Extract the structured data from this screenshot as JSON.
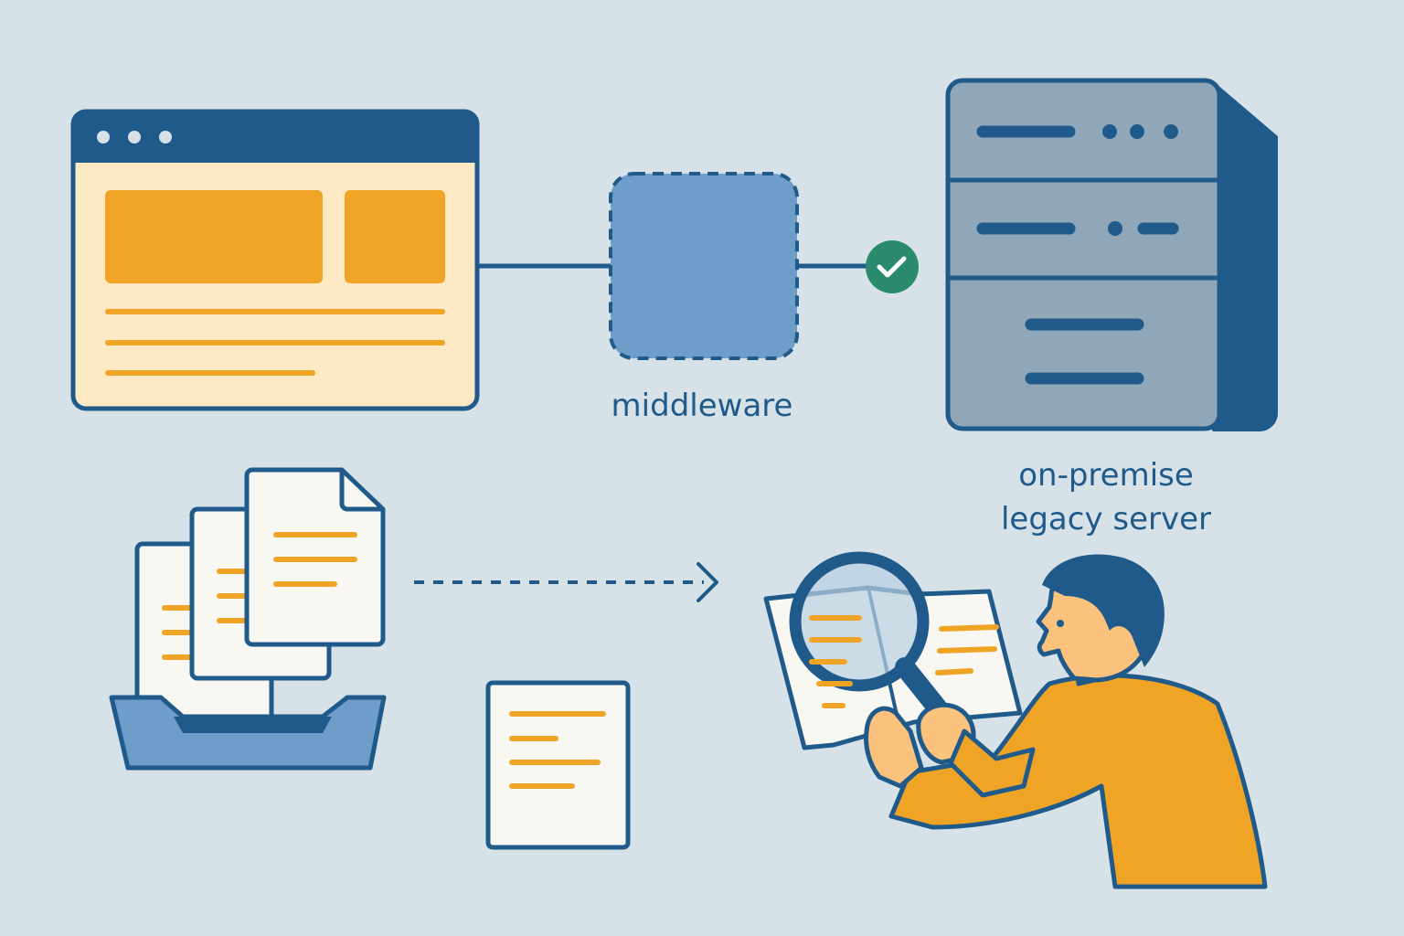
{
  "labels": {
    "middleware": "middleware",
    "server_line1": "on-premise",
    "server_line2": "legacy server"
  },
  "colors": {
    "background": "#d6e2e8",
    "navy": "#1f5a8a",
    "orange": "#f0a426",
    "cream": "#fde9c4",
    "middleware_fill": "#6d9dc8",
    "server_fill": "#8fa7b8",
    "check_green": "#2b8a6e",
    "paper": "#f8f7f2"
  },
  "icons": {
    "browser": "browser-window-icon",
    "middleware": "middleware-box-icon",
    "check": "check-circle-icon",
    "server": "server-tower-icon",
    "inbox": "document-tray-icon",
    "arrow": "dashed-arrow-icon",
    "document": "document-icon",
    "person": "person-with-magnifier-icon"
  }
}
